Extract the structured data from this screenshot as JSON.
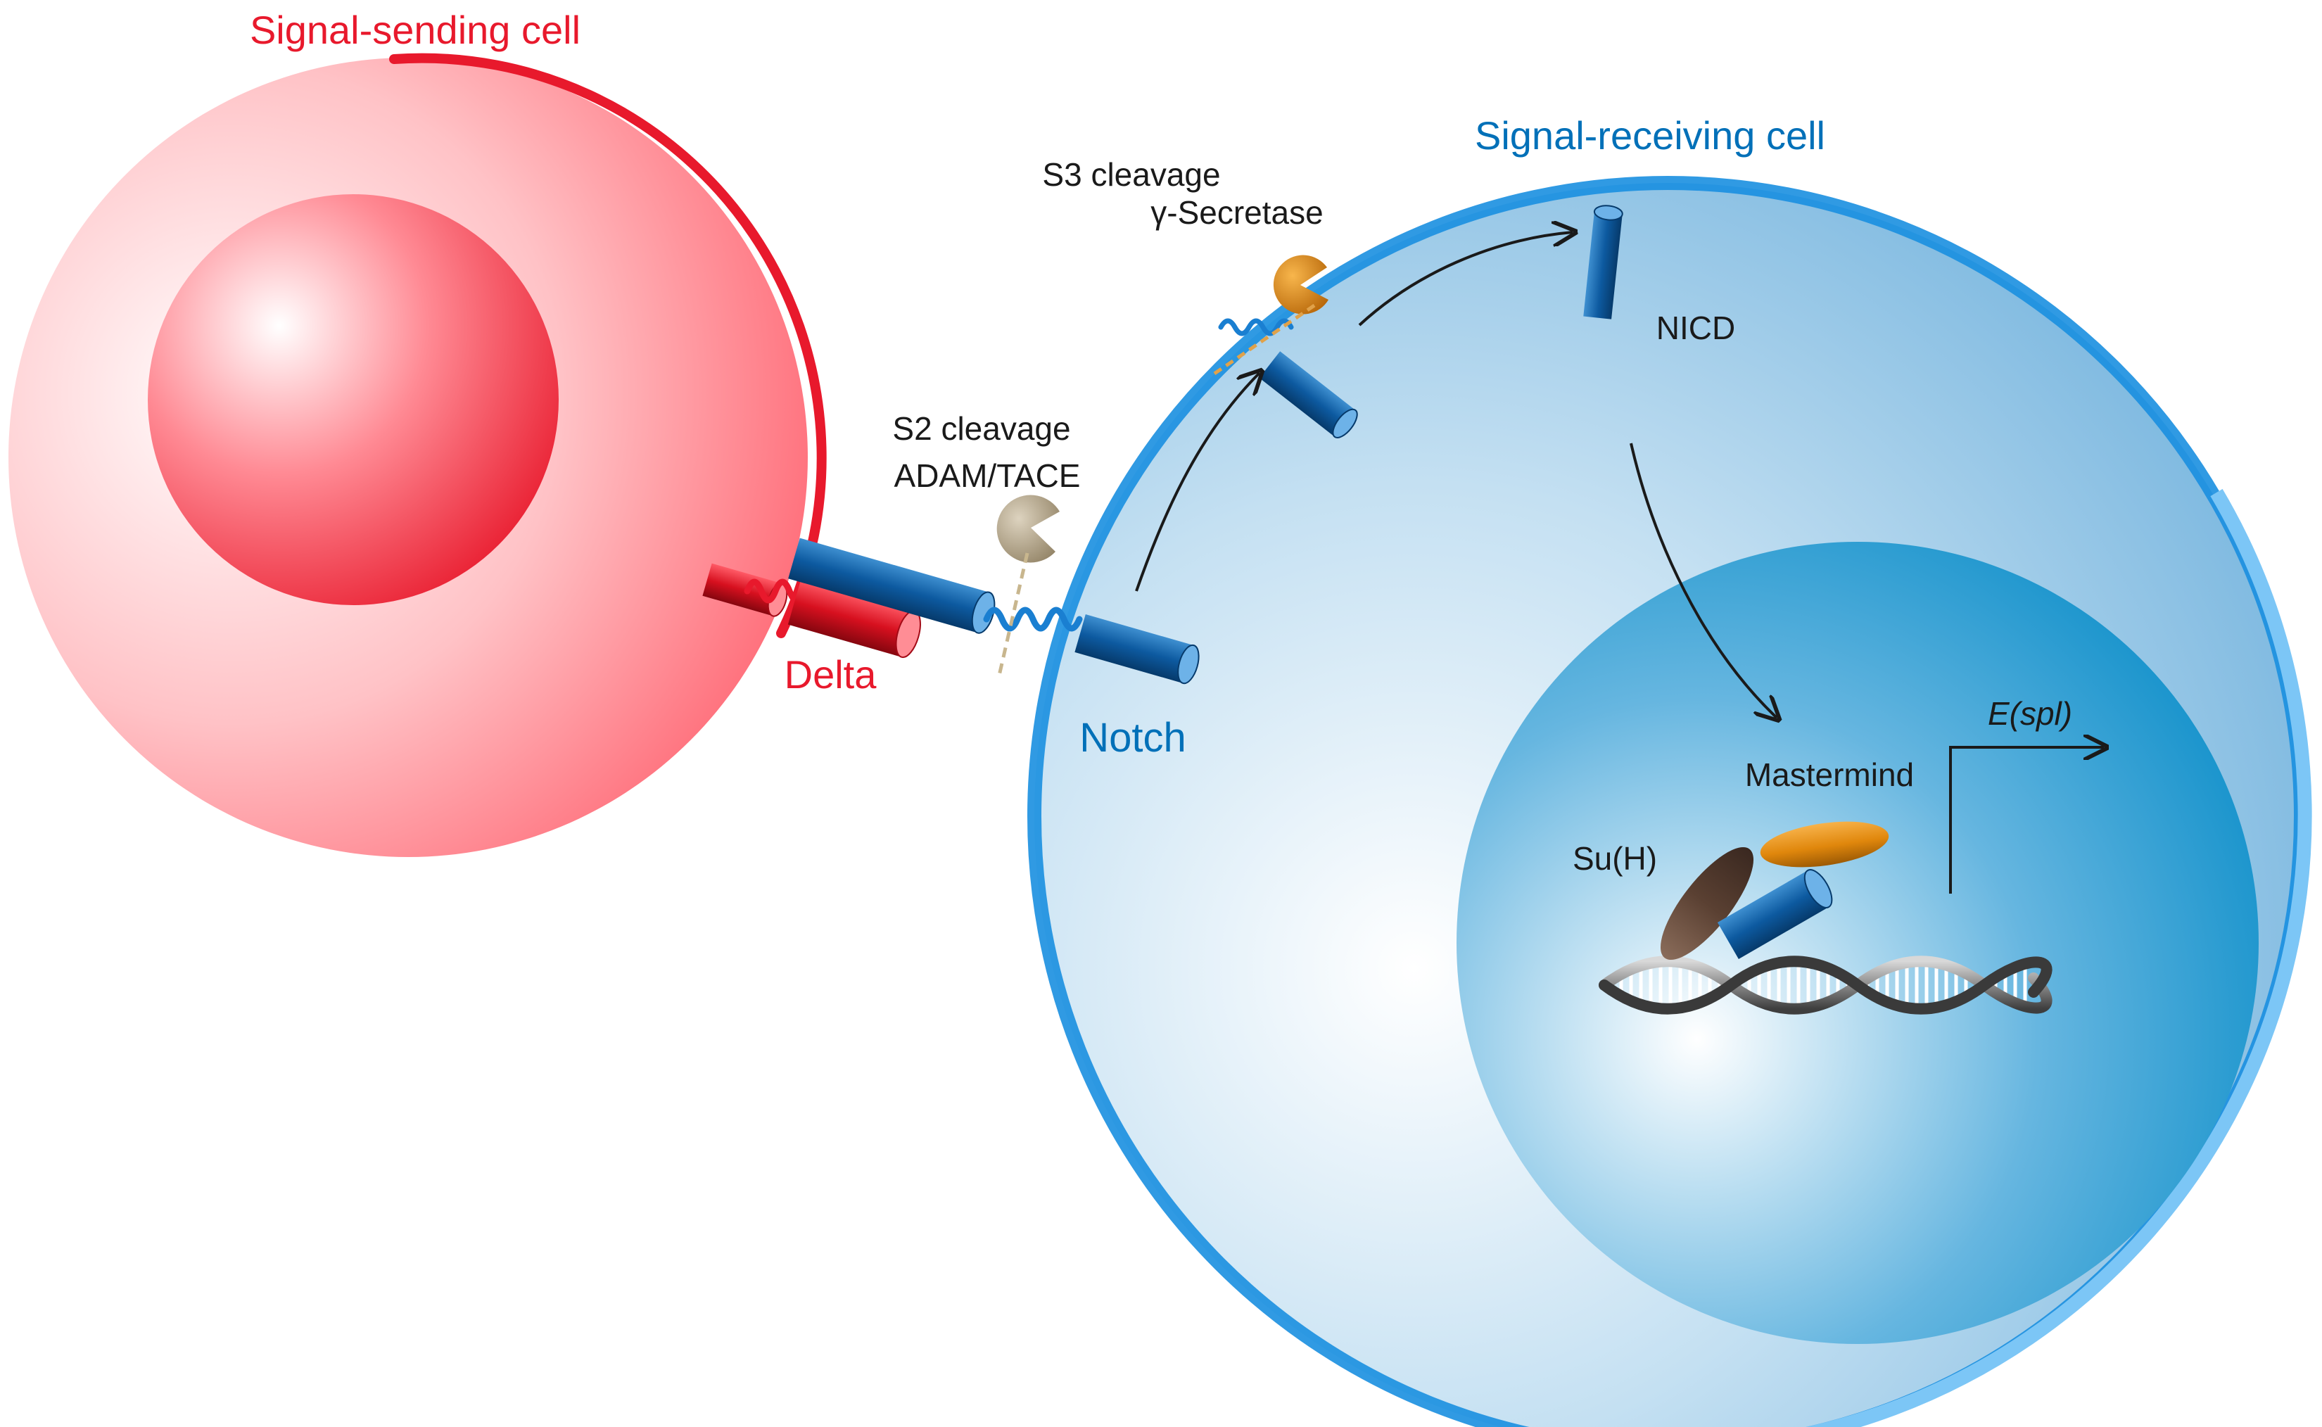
{
  "labels": {
    "sending_cell": "Signal-sending cell",
    "receiving_cell": "Signal-receiving cell",
    "delta": "Delta",
    "notch": "Notch",
    "s2_line1": "S2 cleavage",
    "s2_line2": "ADAM/TACE",
    "s3_line1": "S3 cleavage",
    "s3_line2": "γ-Secretase",
    "nicd": "NICD",
    "mastermind": "Mastermind",
    "suh": "Su(H)",
    "target_gene": "E(spl)"
  },
  "colors": {
    "sending_red": "#e8192c",
    "receiving_blue": "#0070b8",
    "notch_blue": "#0e5fa3",
    "adam_tace": "#b3a690",
    "gamma_secretase": "#e28a10",
    "suh_brown": "#5a4032",
    "mastermind_orange": "#e0870c",
    "text_dark": "#1a1a1a"
  }
}
